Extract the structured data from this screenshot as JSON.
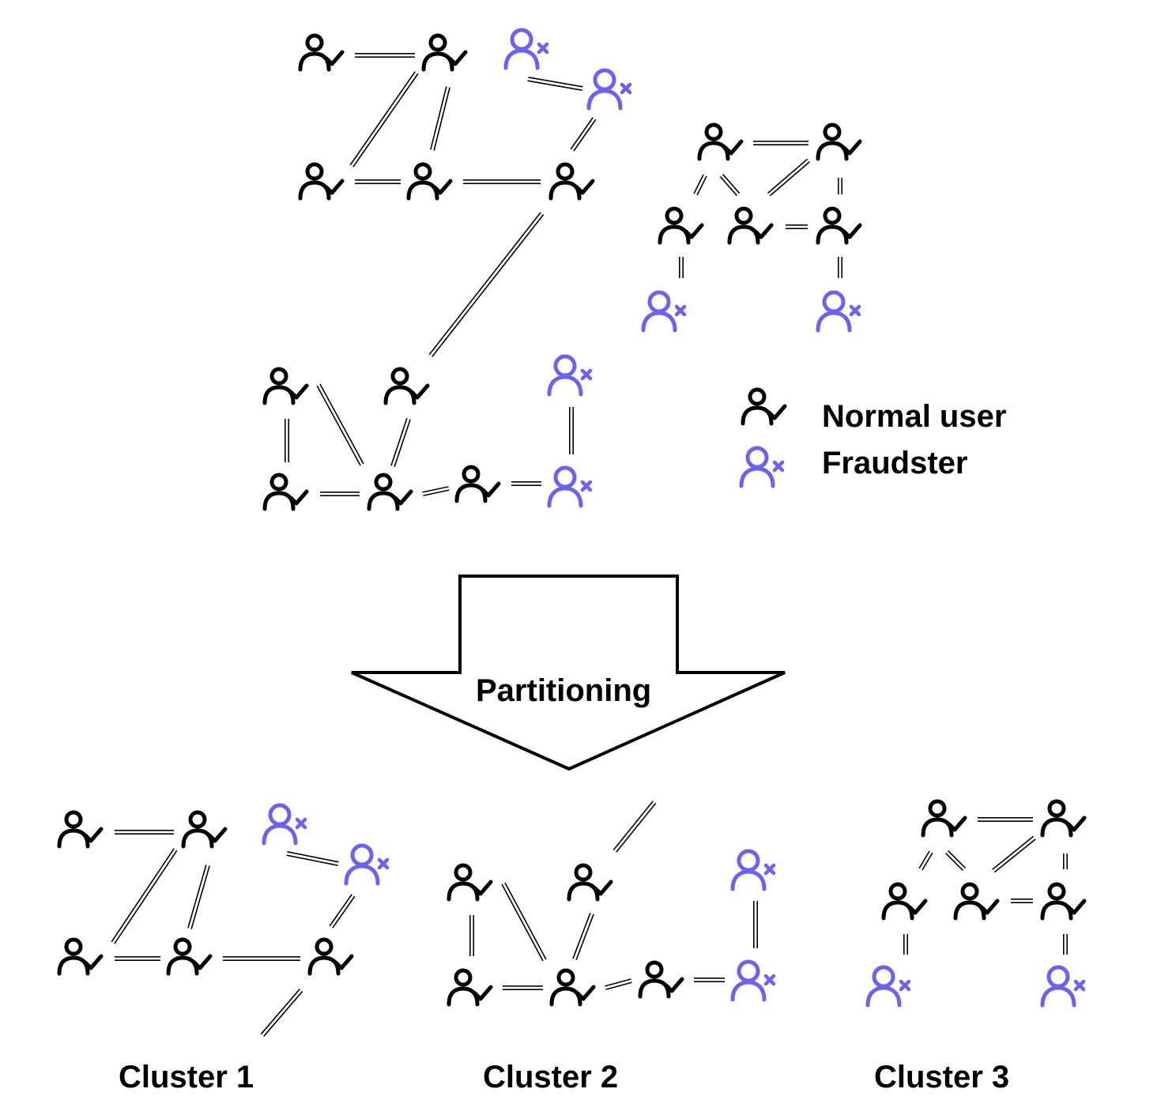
{
  "legend": {
    "normal_label": "Normal user",
    "fraud_label": "Fraudster"
  },
  "arrow_label": "Partitioning",
  "clusters": [
    {
      "label": "Cluster 1"
    },
    {
      "label": "Cluster 2"
    },
    {
      "label": "Cluster 3"
    }
  ],
  "colors": {
    "normal": "#000000",
    "fraud": "#6b63f0",
    "edge": "#000000"
  },
  "icons": {
    "normal": "user-check-icon",
    "fraud": "user-x-icon"
  }
}
